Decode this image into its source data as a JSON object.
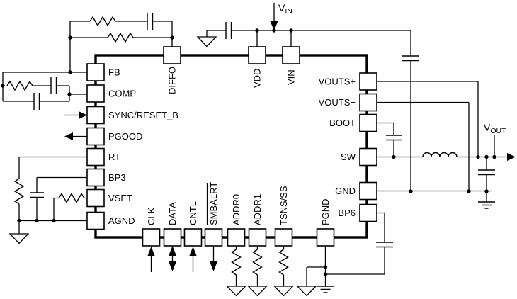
{
  "schematic": {
    "power_labels": {
      "vin": {
        "base": "V",
        "sub": "IN"
      },
      "vout": {
        "base": "V",
        "sub": "OUT"
      }
    },
    "pins": {
      "left": [
        {
          "label": "FB"
        },
        {
          "label": "COMP"
        },
        {
          "label": "SYNC/RESET_B"
        },
        {
          "label": "PGOOD"
        },
        {
          "label": "RT"
        },
        {
          "label": "BP3"
        },
        {
          "label": "VSET"
        },
        {
          "label": "AGND"
        }
      ],
      "top": [
        {
          "label": "DIFFO"
        },
        {
          "label": "VDD"
        },
        {
          "label": "VIN"
        }
      ],
      "right": [
        {
          "label": "VOUTS+"
        },
        {
          "label": "VOUTS−"
        },
        {
          "label": "BOOT"
        },
        {
          "label": "SW"
        },
        {
          "label": "GND"
        },
        {
          "label": "BP6"
        }
      ],
      "bottom": [
        {
          "label": "CLK"
        },
        {
          "label": "DATA"
        },
        {
          "label": "CNTL"
        },
        {
          "label": "SMBALRT",
          "overline": true
        },
        {
          "label": "ADDR0"
        },
        {
          "label": "ADDR1"
        },
        {
          "label": "TSNS/SS"
        },
        {
          "label": "PGND"
        }
      ]
    }
  }
}
